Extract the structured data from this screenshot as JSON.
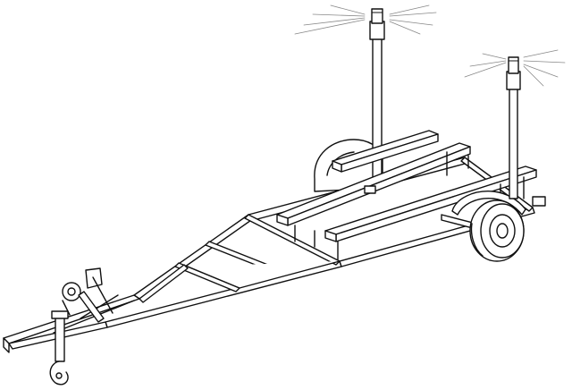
{
  "figure": {
    "subject": "boat-trailer",
    "style": "line-art",
    "colors": {
      "background": "#ffffff",
      "stroke": "#111111",
      "fill": "#ffffff",
      "light_rays": "#777777"
    },
    "parts": [
      "tongue",
      "coupler-hook",
      "jack-stand",
      "winch",
      "frame",
      "crossmember",
      "bunk-board",
      "fender",
      "wheel",
      "axle",
      "guide-post",
      "tail-light"
    ]
  }
}
